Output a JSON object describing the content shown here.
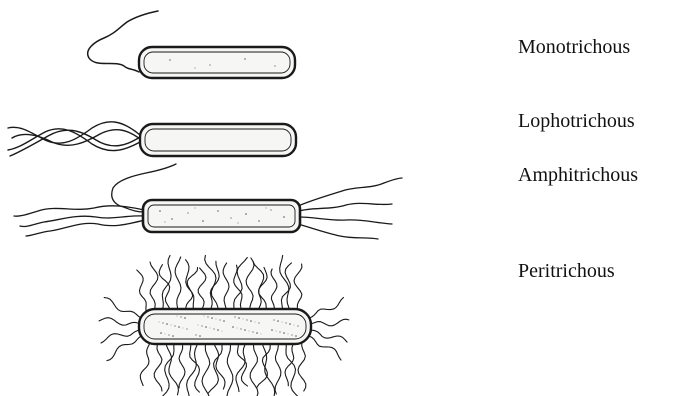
{
  "labels": [
    {
      "text": "Monotrichous"
    },
    {
      "text": "Lophotrichous"
    },
    {
      "text": "Amphitrichous"
    },
    {
      "text": "Peritrichous"
    }
  ],
  "colors": {
    "ink": "#1a1a1a",
    "cell_fill": "#f6f6f4",
    "speckle": "#555555",
    "background": "#ffffff"
  }
}
